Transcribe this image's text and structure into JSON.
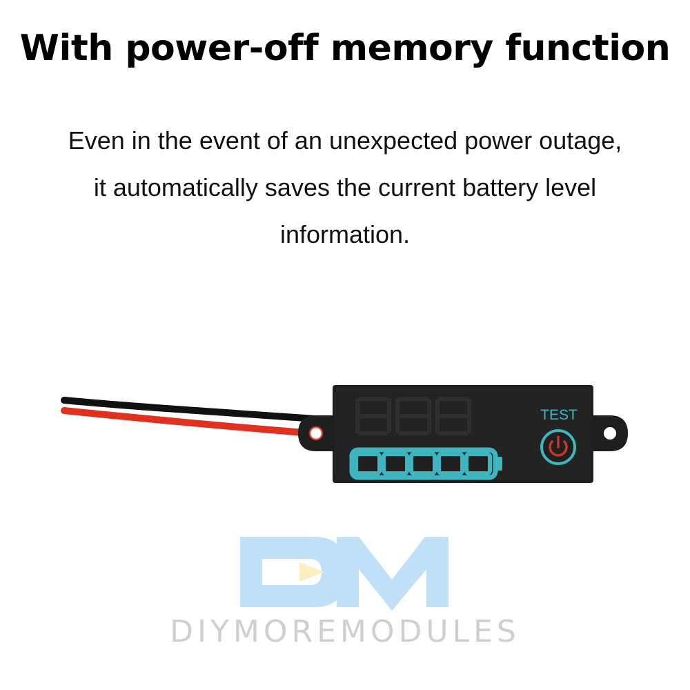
{
  "headline": "With power-off memory function",
  "description": {
    "line1": "Even in the event of an unexpected power outage,",
    "line2": "it automatically saves the current battery level",
    "line3": "information."
  },
  "device": {
    "button_label": "TEST",
    "battery_segments": 5,
    "colors": {
      "body": "#1f1f1f",
      "accent": "#3fb6bf",
      "power_icon": "#c0392b",
      "wire_red": "#e0301e",
      "wire_black": "#111111"
    }
  },
  "logo": {
    "letters": "DM",
    "brand": "DIYMOREMODULES",
    "colors": {
      "blue": "#bfe0f7",
      "yellow": "#fbefc0",
      "text": "#cfcfcf"
    }
  }
}
